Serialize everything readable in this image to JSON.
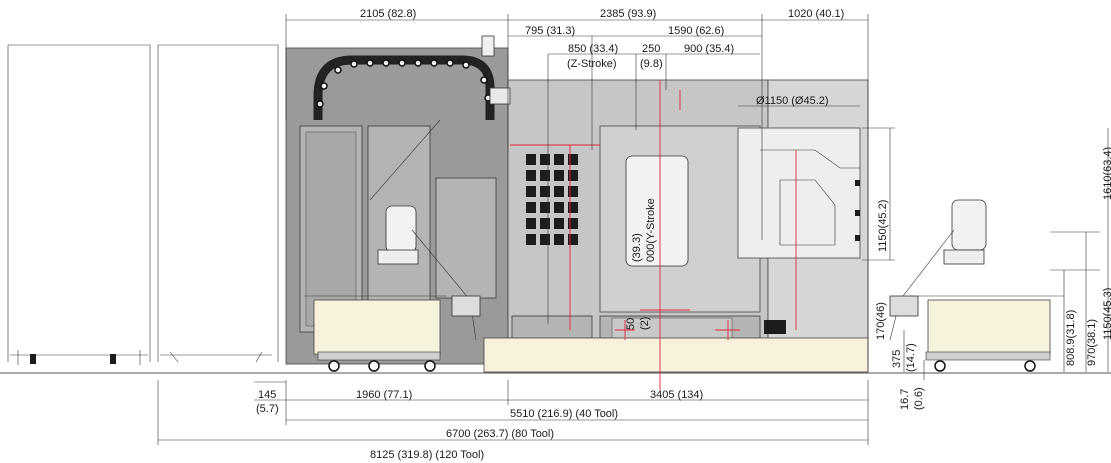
{
  "dimensions": {
    "top": {
      "d2105": "2105 (82.8)",
      "d2385": "2385 (93.9)",
      "d1020": "1020 (40.1)",
      "d795": "795 (31.3)",
      "d1590": "1590 (62.6)",
      "d850": "850 (33.4)",
      "d250": "250",
      "d900": "900 (35.4)",
      "z_stroke": "(Z-Stroke)",
      "d98": "(9.8)",
      "chuck_dia": "Ø1150 (Ø45.2)"
    },
    "vertical": {
      "y_stroke": "000(Y-Stroke",
      "d393": "(39.3)",
      "d50": "50",
      "d2": "(2)",
      "d1150a": "1150(45.2)",
      "d170": "170(46)",
      "d375": "375",
      "d14": "(14.7)",
      "d167": "16.7",
      "d06": "(0.6)",
      "d808": "808.9(31.8)",
      "d970": "970(38.1)",
      "d1150b": "1150(45.3)",
      "d1610": "1610(63.4)"
    },
    "bottom": {
      "d145": "145",
      "d57": "(5.7)",
      "d1960": "1960 (77.1)",
      "d3405": "3405 (134)",
      "d5510": "5510 (216.9) (40 Tool)",
      "d6700": "6700 (263.7) (80 Tool)",
      "d8125": "8125 (319.8) (120 Tool)"
    }
  },
  "colors": {
    "machine_body": "#9a9a9a",
    "panel": "#b4b4b4",
    "base": "#f7f2dc",
    "centerline": "#e0263a",
    "line": "#1a1a1a"
  }
}
